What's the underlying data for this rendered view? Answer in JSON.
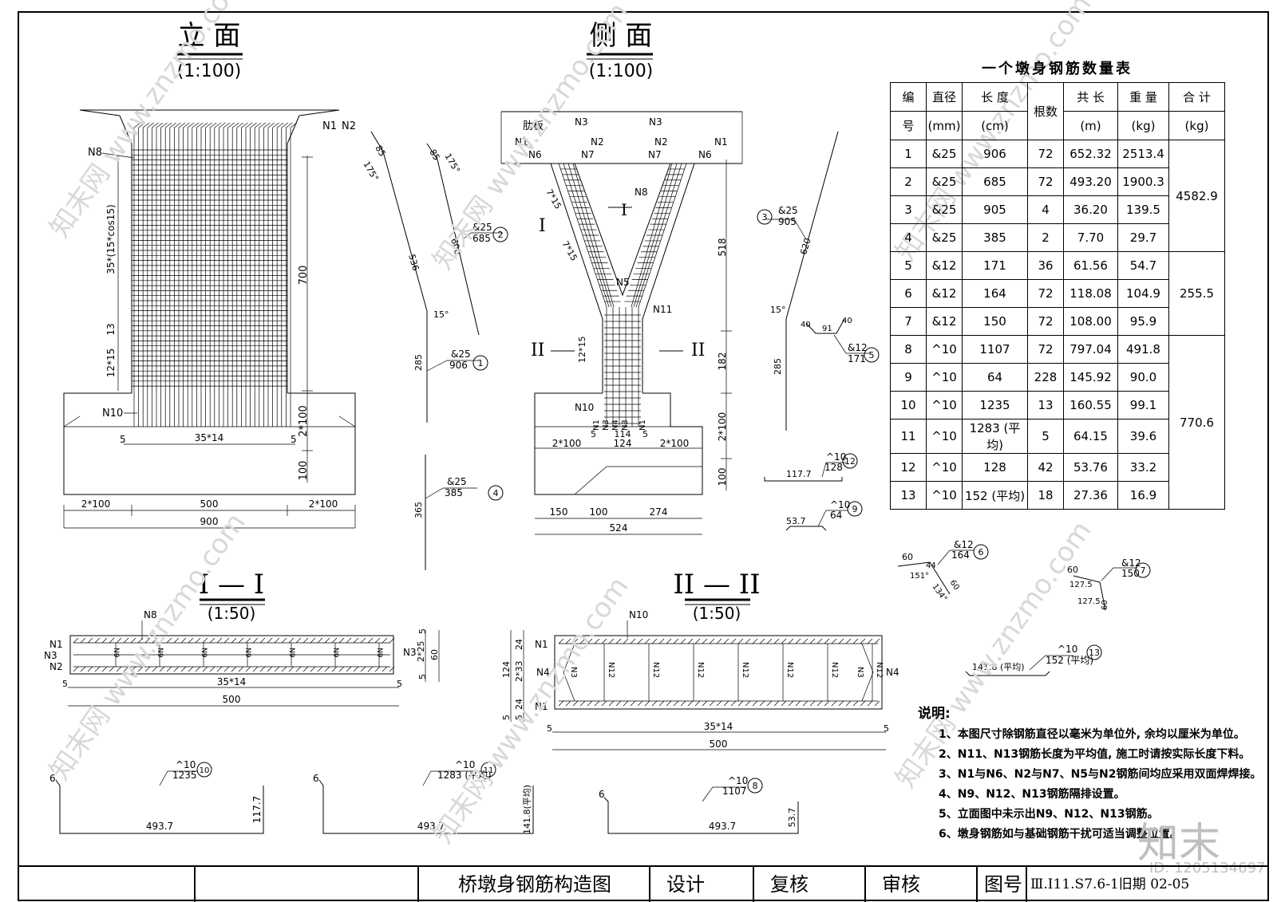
{
  "views": {
    "elevation": {
      "title": "立 面",
      "scale": "(1:100)"
    },
    "side": {
      "title": "侧 面",
      "scale": "(1:100)"
    },
    "section1": {
      "title": "I — I",
      "scale": "(1:50)"
    },
    "section2": {
      "title": "II — II",
      "scale": "(1:50)"
    }
  },
  "labels": {
    "n1": "N1",
    "n2": "N2",
    "n3": "N3",
    "n4": "N4",
    "n5": "N5",
    "n6": "N6",
    "n7": "N7",
    "n8": "N8",
    "n9": "N9",
    "n10": "N10",
    "n11": "N11",
    "n12": "N12",
    "rib": "肋板",
    "sec1": "I",
    "sec2": "II",
    "sec1_full": "I—I",
    "sec2_full": "II—II"
  },
  "dims": {
    "e_35x": "35*(15*cos15)",
    "e_700": "700",
    "e_13": "13",
    "e_12x15": "12*15",
    "e_2x100": "2*100",
    "e_100": "100",
    "e_5": "5",
    "e_35x14": "35*14",
    "e_500": "500",
    "e_900": "900",
    "s_518": "518",
    "s_182": "182",
    "s_7x15": "7*15",
    "s_12x15": "12*15",
    "s_114": "114",
    "s_124": "124",
    "s_150": "150",
    "s_274": "274",
    "s_524": "524",
    "b_85": "85",
    "b_175": "175°",
    "b_536": "536",
    "b_600": "600",
    "b_15": "15°",
    "b_285": "285",
    "b_365": "365",
    "b_620": "620",
    "b_91": "91",
    "b_40": "40",
    "b_60": "60",
    "b_44": "44",
    "b_151": "151°",
    "b_134": "134°",
    "b_127": "127.5",
    "b_1177": "117.7",
    "b_537": "53.7",
    "b_1418": "141.8 (平均)",
    "b_4937": "493.7",
    "b_1418v": "141.8(平均)",
    "c_2x25": "2*25",
    "c_60": "60",
    "c_24": "24",
    "c_2x33": "2*33",
    "c_6": "6"
  },
  "bars": {
    "b1_spec": "&25",
    "b1_len": "906",
    "b1_no": "1",
    "b2_spec": "&25",
    "b2_len": "685",
    "b2_no": "2",
    "b3_spec": "&25",
    "b3_len": "905",
    "b3_no": "3",
    "b4_spec": "&25",
    "b4_len": "385",
    "b4_no": "4",
    "b5_spec": "&12",
    "b5_len": "171",
    "b5_no": "5",
    "b6_spec": "&12",
    "b6_len": "164",
    "b6_no": "6",
    "b7_spec": "&12",
    "b7_len": "150",
    "b7_no": "7",
    "b8_spec": "^10",
    "b8_len": "1107",
    "b8_no": "8",
    "b9_spec": "^10",
    "b9_len": "64",
    "b9_no": "9",
    "b10_spec": "^10",
    "b10_len": "1235",
    "b10_no": "10",
    "b11_spec": "^10",
    "b11_len": "1283 (平均)",
    "b11_no": "11",
    "b12_spec": "^10",
    "b12_len": "128",
    "b12_no": "12",
    "b13_spec": "^10",
    "b13_len": "152 (平均)",
    "b13_no": "13"
  },
  "table": {
    "title": "一个墩身钢筋数量表",
    "h_no": "编",
    "h_no2": "号",
    "h_dia": "直径",
    "h_dia2": "(mm)",
    "h_len": "长 度",
    "h_len2": "(cm)",
    "h_cnt": "根数",
    "h_tot": "共 长",
    "h_tot2": "(m)",
    "h_wt": "重 量",
    "h_wt2": "(kg)",
    "h_sum": "合 计",
    "h_sum2": "(kg)",
    "rows": [
      {
        "no": "1",
        "dia": "&25",
        "len": "906",
        "cnt": "72",
        "tot": "652.32",
        "wt": "2513.4"
      },
      {
        "no": "2",
        "dia": "&25",
        "len": "685",
        "cnt": "72",
        "tot": "493.20",
        "wt": "1900.3"
      },
      {
        "no": "3",
        "dia": "&25",
        "len": "905",
        "cnt": "4",
        "tot": "36.20",
        "wt": "139.5"
      },
      {
        "no": "4",
        "dia": "&25",
        "len": "385",
        "cnt": "2",
        "tot": "7.70",
        "wt": "29.7"
      },
      {
        "no": "5",
        "dia": "&12",
        "len": "171",
        "cnt": "36",
        "tot": "61.56",
        "wt": "54.7"
      },
      {
        "no": "6",
        "dia": "&12",
        "len": "164",
        "cnt": "72",
        "tot": "118.08",
        "wt": "104.9"
      },
      {
        "no": "7",
        "dia": "&12",
        "len": "150",
        "cnt": "72",
        "tot": "108.00",
        "wt": "95.9"
      },
      {
        "no": "8",
        "dia": "^10",
        "len": "1107",
        "cnt": "72",
        "tot": "797.04",
        "wt": "491.8"
      },
      {
        "no": "9",
        "dia": "^10",
        "len": "64",
        "cnt": "228",
        "tot": "145.92",
        "wt": "90.0"
      },
      {
        "no": "10",
        "dia": "^10",
        "len": "1235",
        "cnt": "13",
        "tot": "160.55",
        "wt": "99.1"
      },
      {
        "no": "11",
        "dia": "^10",
        "len": "1283 (平均)",
        "cnt": "5",
        "tot": "64.15",
        "wt": "39.6"
      },
      {
        "no": "12",
        "dia": "^10",
        "len": "128",
        "cnt": "42",
        "tot": "53.76",
        "wt": "33.2"
      },
      {
        "no": "13",
        "dia": "^10",
        "len": "152 (平均)",
        "cnt": "18",
        "tot": "27.36",
        "wt": "16.9"
      }
    ],
    "sum_a": "4582.9",
    "sum_b": "255.5",
    "sum_c": "770.6"
  },
  "notes": {
    "title": "说明:",
    "items": [
      "1、本图尺寸除钢筋直径以毫米为单位外, 余均以厘米为单位。",
      "2、N11、N13钢筋长度为平均值, 施工时请按实际长度下料。",
      "3、N1与N6、N2与N7、N5与N2钢筋间均应采用双面焊焊接。",
      "4、N9、N12、N13钢筋隔排设置。",
      "5、立面图中未示出N9、N12、N13钢筋。",
      "6、墩身钢筋如与基础钢筋干扰可适当调整位置。"
    ]
  },
  "titleblock": {
    "drawing_name": "桥墩身钢筋构造图",
    "design": "设计",
    "check": "复核",
    "review": "审核",
    "drawing_no_label": "图号",
    "drawing_no": "Ⅲ.I11.S7.6-1旧期 02-05"
  },
  "watermark": {
    "text": "知末网 www.znzmo.com",
    "stamp": "知末",
    "id": "ID: 1205134697"
  }
}
